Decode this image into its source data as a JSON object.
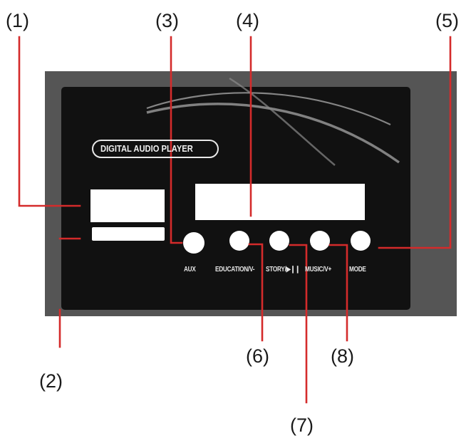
{
  "device": {
    "brand_label": "DIGITAL AUDIO PLAYER",
    "buttons": [
      {
        "label": "AUX"
      },
      {
        "label": "EDUCATION/V-"
      },
      {
        "label": "STORY/▶❙❙"
      },
      {
        "label": "MUSIC/V+"
      },
      {
        "label": "MODE"
      }
    ]
  },
  "callouts": [
    "(1)",
    "(2)",
    "(3)",
    "(4)",
    "(5)",
    "(6)",
    "(7)",
    "(8)"
  ],
  "colors": {
    "panel_outer": "#555555",
    "panel_inner": "#111111",
    "leader_line": "#d42b2b",
    "button_fill": "#ffffff",
    "screen_fill": "#ffffff",
    "label_text": "#1a1a1a"
  }
}
